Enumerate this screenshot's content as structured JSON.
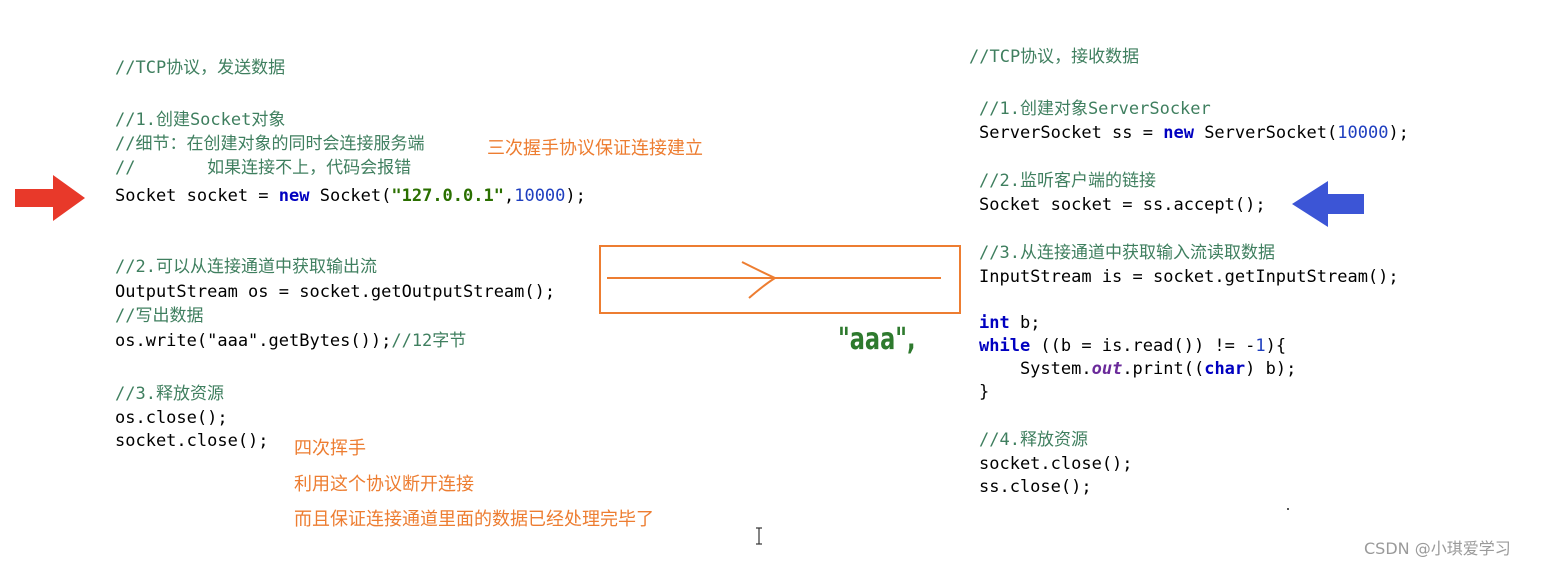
{
  "left": {
    "title": "//TCP协议，发送数据",
    "c1": "//1.创建Socket对象",
    "c1a": "//细节：在创建对象的同时会连接服务端",
    "c1b": "//       如果连接不上，代码会报错",
    "l1_a": "Socket socket = ",
    "l1_new": "new",
    "l1_b": " Socket(",
    "l1_str": "\"127.0.0.1\"",
    "l1_comma": ",",
    "l1_num": "10000",
    "l1_end": ");",
    "c2": "//2.可以从连接通道中获取输出流",
    "l2": "OutputStream os = socket.getOutputStream();",
    "c2a": "//写出数据",
    "l3_a": "os.write(\"aaa\".getBytes());",
    "l3_c": "//12字节",
    "c3": "//3.释放资源",
    "l4": "os.close();",
    "l5": "socket.close();"
  },
  "right": {
    "title": "//TCP协议，接收数据",
    "c1": "//1.创建对象ServerSocker",
    "l1_a": "ServerSocket ss = ",
    "l1_new": "new",
    "l1_b": " ServerSocket(",
    "l1_num": "10000",
    "l1_end": ");",
    "c2": "//2.监听客户端的链接",
    "l2": "Socket socket = ss.accept();",
    "c3": "//3.从连接通道中获取输入流读取数据",
    "l3": "InputStream is = socket.getInputStream();",
    "l4_kw": "int",
    "l4_b": " b;",
    "l5_kw": "while",
    "l5_a": " ((b = is.read()) != -",
    "l5_num": "1",
    "l5_b": "){",
    "l6_a": "    System.",
    "l6_fld": "out",
    "l6_b": ".print((",
    "l6_kw": "char",
    "l6_c": ") b);",
    "l7": "}",
    "c4": "//4.释放资源",
    "l8": "socket.close();",
    "l9": "ss.close();"
  },
  "notes": {
    "handshake": "三次握手协议保证连接建立",
    "wave1": "四次挥手",
    "wave2": "利用这个协议断开连接",
    "wave3": "而且保证连接通道里面的数据已经处理完毕了",
    "aaa": "\"aaa\","
  },
  "watermark": "CSDN @小琪爱学习",
  "colors": {
    "left_arrow": "#e8392a",
    "right_arrow": "#3c55d6",
    "box": "#ed7d31",
    "note": "#ed7d31"
  }
}
